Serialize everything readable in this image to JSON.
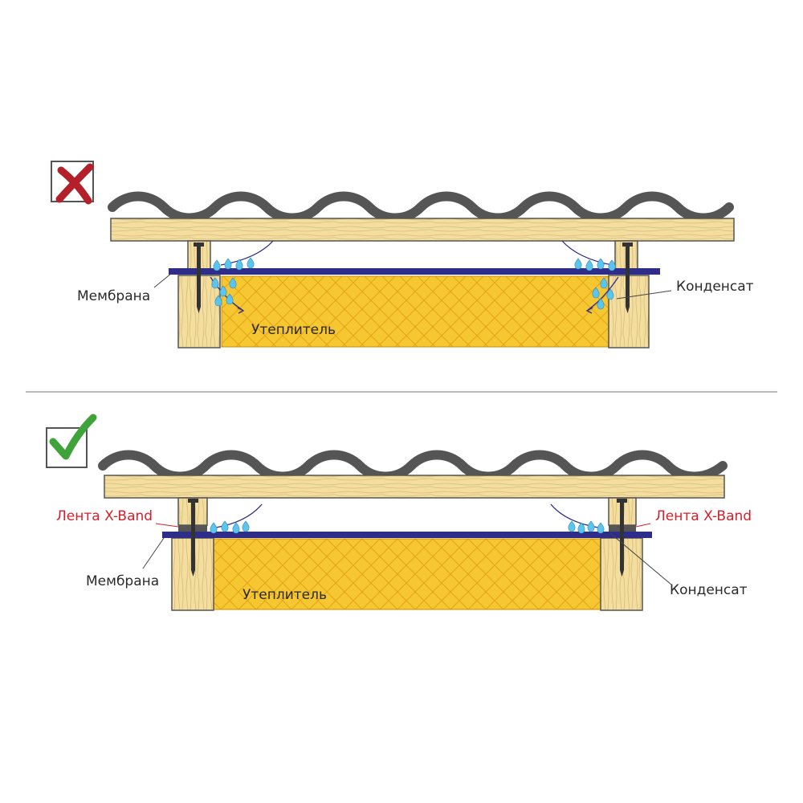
{
  "panels": [
    {
      "status": "incorrect",
      "status_icon": "cross-mark-icon",
      "labels": {
        "membrane": "Мембрана",
        "insulation": "Утеплитель",
        "condensate": "Конденсат"
      }
    },
    {
      "status": "correct",
      "status_icon": "check-mark-icon",
      "labels": {
        "membrane": "Мембрана",
        "insulation": "Утеплитель",
        "condensate": "Конденсат",
        "tape_left": "Лента X-Band",
        "tape_right": "Лента X-Band"
      }
    }
  ],
  "colors": {
    "roof_sheet": "#5a5a5a",
    "wood": "#f3dea0",
    "wood_grain": "#c9a868",
    "membrane": "#2e2d8a",
    "insulation": "#f6c730",
    "condensate": "#5fc4ec",
    "cross": "#b3202a",
    "check": "#3ea338",
    "tape": "#555555",
    "label_red": "#d4202a"
  }
}
